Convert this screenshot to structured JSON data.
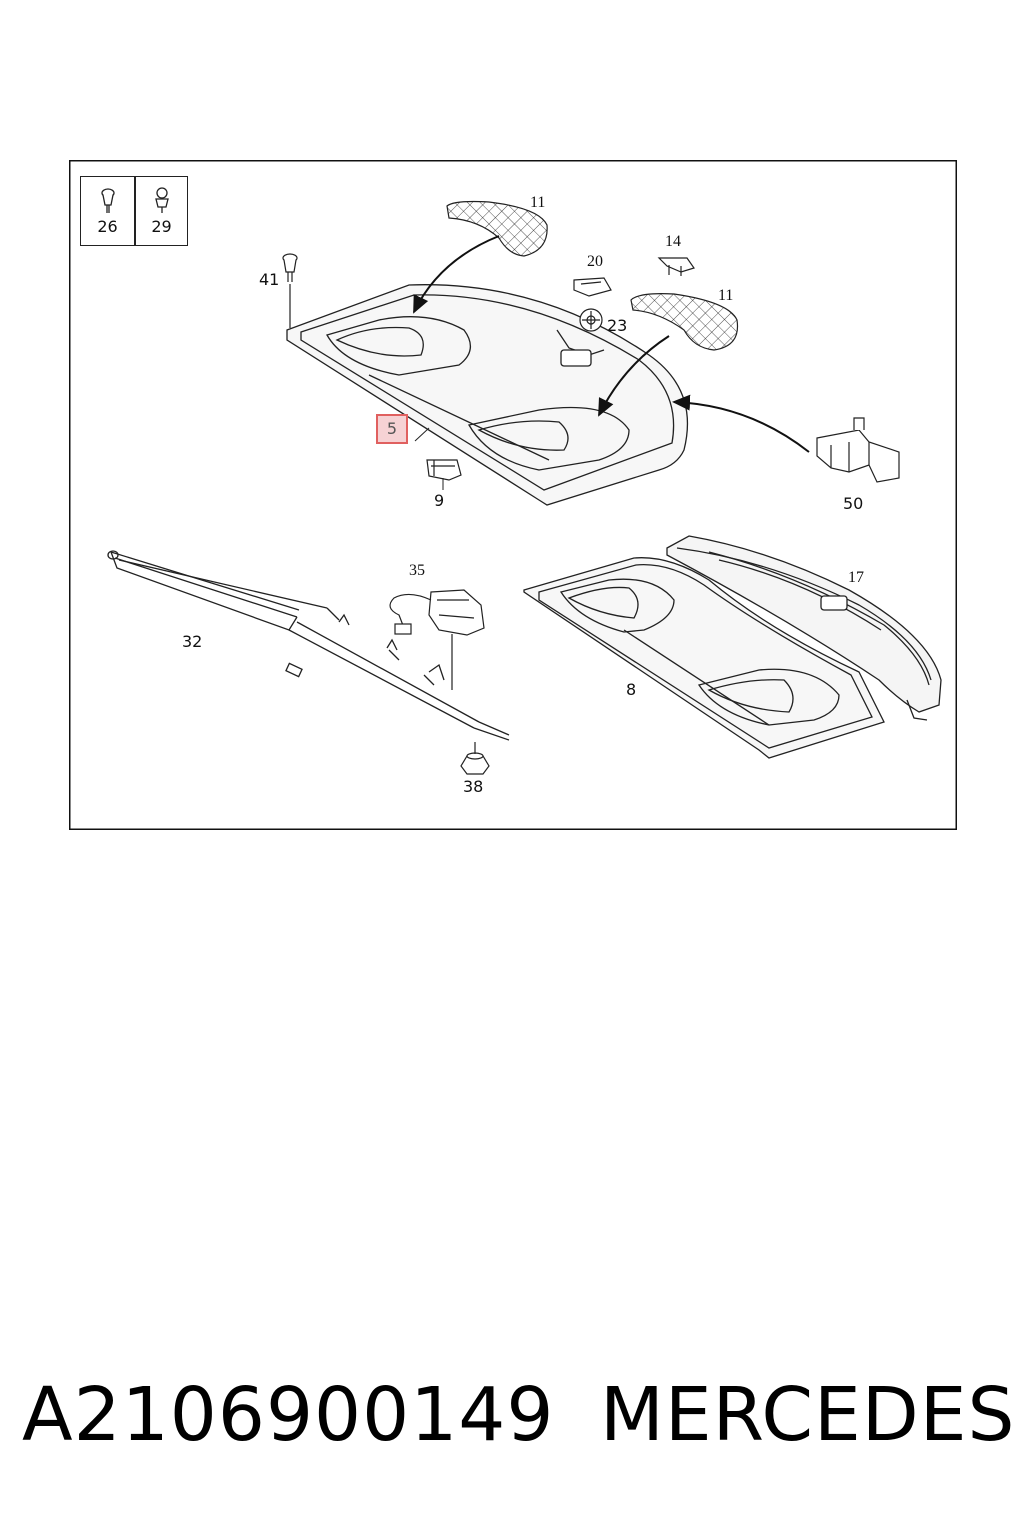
{
  "legend": {
    "items": [
      {
        "number": "26",
        "icon": "rivet-icon"
      },
      {
        "number": "29",
        "icon": "clip-icon"
      }
    ]
  },
  "callouts": {
    "c11a": "11",
    "c11b": "11",
    "c14": "14",
    "c20": "20",
    "c23": "23",
    "c41": "41",
    "c5": "5",
    "c9": "9",
    "c50": "50",
    "c35": "35",
    "c32": "32",
    "c17": "17",
    "c8": "8",
    "c38": "38"
  },
  "highlight": {
    "callout": "5",
    "border_color": "#e0605f",
    "fill_color": "#f6d2d4"
  },
  "footer": {
    "part_number": "A2106900149",
    "brand": "MERCEDES"
  }
}
